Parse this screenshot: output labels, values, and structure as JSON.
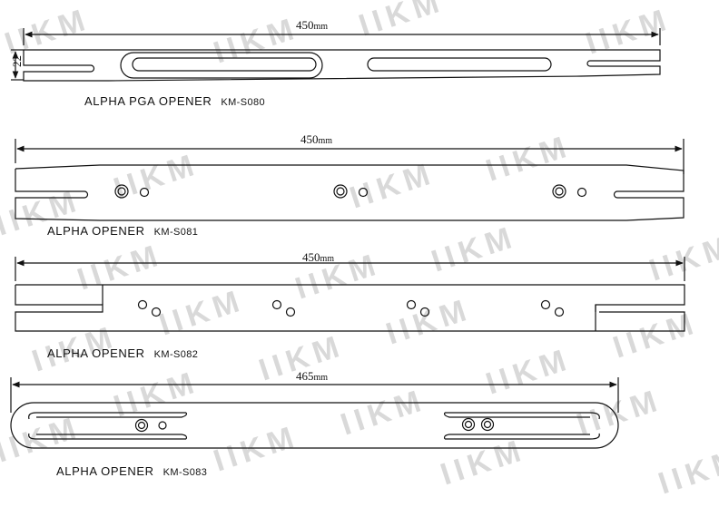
{
  "watermark": "IIKM",
  "parts": [
    {
      "name": "ALPHA PGA OPENER",
      "code": "KM-S080",
      "length": "450",
      "unit": "mm",
      "height_dim": "22"
    },
    {
      "name": "ALPHA OPENER",
      "code": "KM-S081",
      "length": "450",
      "unit": "mm"
    },
    {
      "name": "ALPHA OPENER",
      "code": "KM-S082",
      "length": "450",
      "unit": "mm"
    },
    {
      "name": "ALPHA OPENER",
      "code": "KM-S083",
      "length": "465",
      "unit": "mm"
    }
  ],
  "colors": {
    "line": "#111111",
    "watermark": "#d9d9d9"
  }
}
